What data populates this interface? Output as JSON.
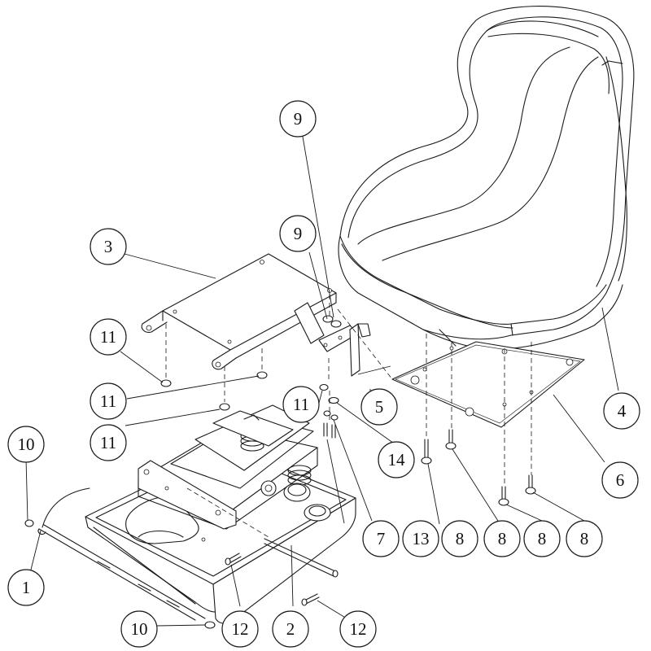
{
  "callouts": [
    {
      "id": "c1",
      "label": "1"
    },
    {
      "id": "c2",
      "label": "2"
    },
    {
      "id": "c3",
      "label": "3"
    },
    {
      "id": "c4",
      "label": "4"
    },
    {
      "id": "c5",
      "label": "5"
    },
    {
      "id": "c6",
      "label": "6"
    },
    {
      "id": "c7",
      "label": "7"
    },
    {
      "id": "c8a",
      "label": "8"
    },
    {
      "id": "c8b",
      "label": "8"
    },
    {
      "id": "c8c",
      "label": "8"
    },
    {
      "id": "c8d",
      "label": "8"
    },
    {
      "id": "c9a",
      "label": "9"
    },
    {
      "id": "c9b",
      "label": "9"
    },
    {
      "id": "c10a",
      "label": "10"
    },
    {
      "id": "c10b",
      "label": "10"
    },
    {
      "id": "c11a",
      "label": "11"
    },
    {
      "id": "c11b",
      "label": "11"
    },
    {
      "id": "c11c",
      "label": "11"
    },
    {
      "id": "c11d",
      "label": "11"
    },
    {
      "id": "c12a",
      "label": "12"
    },
    {
      "id": "c12b",
      "label": "12"
    },
    {
      "id": "c13",
      "label": "13"
    },
    {
      "id": "c14",
      "label": "14"
    }
  ]
}
